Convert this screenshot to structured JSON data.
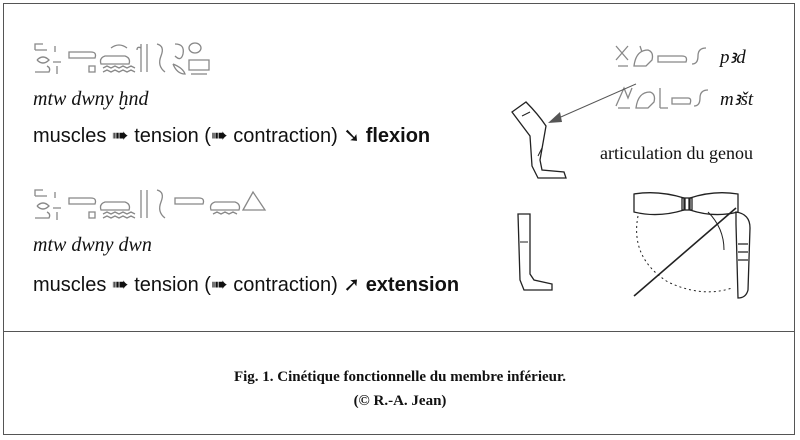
{
  "row1": {
    "transliteration": "mtw dwny ḫnd",
    "chain": {
      "w1": "muscles",
      "w2": "tension (",
      "w3": "contraction)",
      "result": "flexion"
    }
  },
  "row2": {
    "transliteration": "mtw dwny dwn",
    "chain": {
      "w1": "muscles",
      "w2": "tension (",
      "w3": "contraction)",
      "result": "extension"
    }
  },
  "labels": {
    "psd": "pꜣd",
    "msst": "mꜣšt",
    "knee": "articulation du genou"
  },
  "caption": {
    "title": "Fig. 1. Cinétique fonctionnelle du membre inférieur.",
    "credit": "(© R.-A. Jean)"
  }
}
